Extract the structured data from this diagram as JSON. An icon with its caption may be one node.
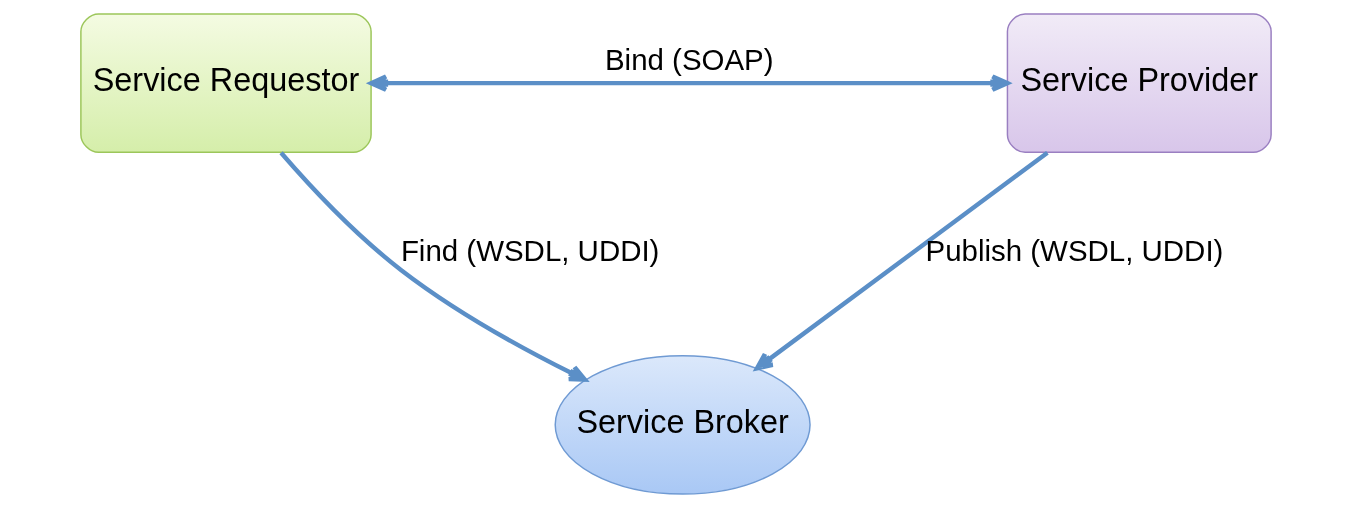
{
  "diagram": {
    "nodes": [
      {
        "text": [
          "Service Broker"
        ]
      },
      {
        "text": [
          "Service Requestor"
        ]
      },
      {
        "text": [
          "Service Provider"
        ]
      }
    ],
    "edges": [
      {
        "from": 1,
        "to": 0,
        "arrow": "to",
        "label": "Find (WSDL, UDDI)"
      },
      {
        "from": 2,
        "to": 0,
        "arrow": "to",
        "label": "Publish (WSDL, UDDI)"
      },
      {
        "from": 1,
        "to": 2,
        "arrow": "both",
        "label": "Bind (SOAP)"
      }
    ]
  }
}
